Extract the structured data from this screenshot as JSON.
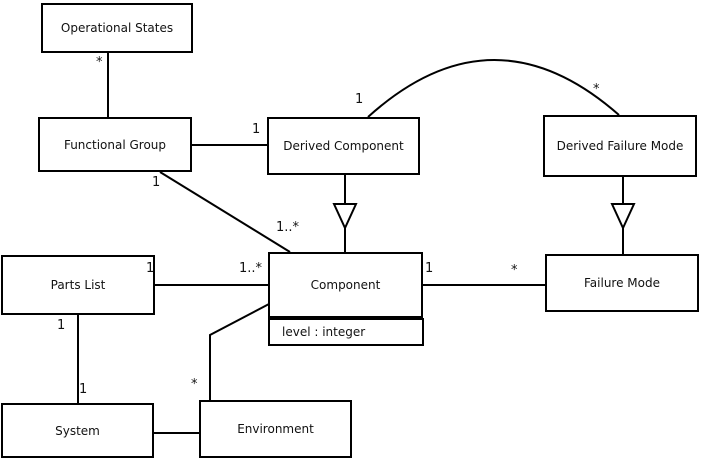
{
  "diagram": {
    "type": "uml-class-diagram",
    "nodes": [
      {
        "id": "operational-states",
        "label": "Operational States"
      },
      {
        "id": "functional-group",
        "label": "Functional Group"
      },
      {
        "id": "derived-component",
        "label": "Derived Component"
      },
      {
        "id": "derived-failure-mode",
        "label": "Derived Failure Mode"
      },
      {
        "id": "parts-list",
        "label": "Parts List"
      },
      {
        "id": "component",
        "label": "Component",
        "attribute": "level : integer"
      },
      {
        "id": "failure-mode",
        "label": "Failure Mode"
      },
      {
        "id": "system",
        "label": "System"
      },
      {
        "id": "environment",
        "label": "Environment"
      }
    ],
    "multiplicities": [
      {
        "text": "*"
      },
      {
        "text": "1"
      },
      {
        "text": "1"
      },
      {
        "text": "*"
      },
      {
        "text": "1"
      },
      {
        "text": "1..*"
      },
      {
        "text": "1"
      },
      {
        "text": "1..*"
      },
      {
        "text": "1"
      },
      {
        "text": "*"
      },
      {
        "text": "1"
      },
      {
        "text": "1"
      },
      {
        "text": "*"
      }
    ],
    "edges": [
      {
        "from": "Operational States",
        "to": "Functional Group",
        "type": "association",
        "from_label": "*"
      },
      {
        "from": "Functional Group",
        "to": "Derived Component",
        "type": "association",
        "to_label": "1"
      },
      {
        "from": "Functional Group",
        "to": "Component",
        "type": "association",
        "from_label": "1",
        "to_label": "1..*"
      },
      {
        "from": "Derived Component",
        "to": "Component",
        "type": "generalization"
      },
      {
        "from": "Derived Component",
        "to": "Derived Failure Mode",
        "type": "association",
        "from_label": "1",
        "to_label": "*"
      },
      {
        "from": "Derived Failure Mode",
        "to": "Failure Mode",
        "type": "generalization"
      },
      {
        "from": "Parts List",
        "to": "Component",
        "type": "association",
        "from_label": "1",
        "to_label": "1..*"
      },
      {
        "from": "Component",
        "to": "Failure Mode",
        "type": "association",
        "from_label": "1",
        "to_label": "*"
      },
      {
        "from": "Parts List",
        "to": "System",
        "type": "association",
        "from_label": "1",
        "to_label": "1"
      },
      {
        "from": "System",
        "to": "Environment",
        "type": "association"
      },
      {
        "from": "Environment",
        "to": "Component",
        "type": "association",
        "from_label": "*"
      }
    ],
    "colors": {
      "background": "#ffffff",
      "line": "#000000",
      "box_border": "#000000",
      "box_fill": "#ffffff",
      "text": "#111111"
    }
  }
}
